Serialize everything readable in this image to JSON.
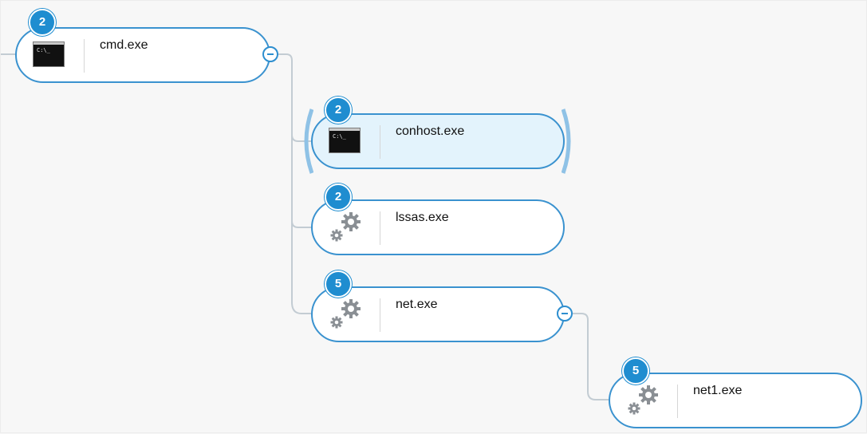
{
  "nodes": {
    "cmd": {
      "label": "cmd.exe",
      "badge": "2",
      "icon": "console-icon"
    },
    "conhost": {
      "label": "conhost.exe",
      "badge": "2",
      "icon": "console-icon",
      "selected": true
    },
    "lssas": {
      "label": "lssas.exe",
      "badge": "2",
      "icon": "gears-icon"
    },
    "net": {
      "label": "net.exe",
      "badge": "5",
      "icon": "gears-icon"
    },
    "net1": {
      "label": "net1.exe",
      "badge": "5",
      "icon": "gears-icon"
    }
  },
  "console_icon_text": "C:\\_",
  "colors": {
    "accent": "#1f8dd0",
    "node_border": "#3a92cf",
    "selected_fill": "#e3f3fc",
    "connector": "#c3ccd3",
    "gear": "#8a8f94"
  }
}
